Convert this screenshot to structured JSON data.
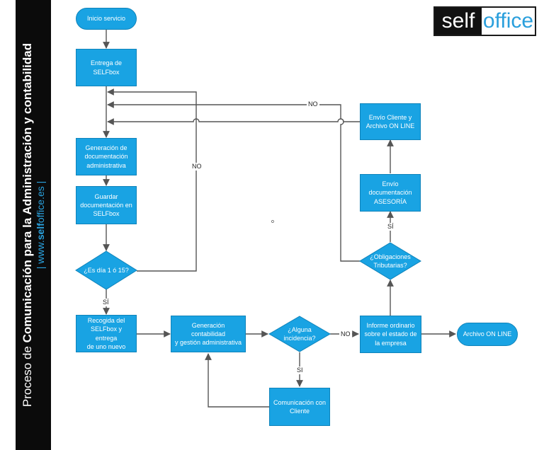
{
  "sidebar": {
    "title_prefix": "Proceso de ",
    "title_bold": "Comunicación para la Administración y contabilidad",
    "url_prefix": "| www.",
    "url_bold": "self",
    "url_suffix": "office.es |"
  },
  "logo": {
    "dark": "self",
    "light": "office"
  },
  "nodes": {
    "inicio": "Inicio servicio",
    "entrega": "Entrega de SELFbox",
    "generacion_doc": "Generación de\ndocumentación\nadministrativa",
    "guardar": "Guardar\ndocumentación en\nSELFbox",
    "es_dia": "¿Es día 1 ó 15?",
    "recogida": "Recogida del\nSELFbox y entrega\nde uno nuevo",
    "generacion_cont": "Generación contabilidad\ny gestión administrativa",
    "incidencia": "¿Alguna\nincidencia?",
    "comunicacion": "Comunicación con\nCliente",
    "informe": "Informe ordinario\nsobre el estado de\nla empresa",
    "archivo": "Archivo ON LINE",
    "obligaciones": "¿Obligaciones\nTributarias?",
    "envio_asesoria": "Envío\ndocumentación\nASESORÍA",
    "envio_cliente": "Envío Cliente y\nArchivo ON LINE"
  },
  "labels": {
    "no_top": "NO",
    "no_left": "NO",
    "si_es_dia": "SÍ",
    "no_incidencia": "NO",
    "si_incidencia": "SI",
    "si_obligaciones": "SÍ"
  },
  "misc": {
    "dot": "o"
  },
  "colors": {
    "box_fill": "#19a3e3",
    "box_border": "#0f83ba",
    "line": "#555555",
    "sidebar": "#0b0b0b",
    "accent": "#2aa3e0"
  }
}
